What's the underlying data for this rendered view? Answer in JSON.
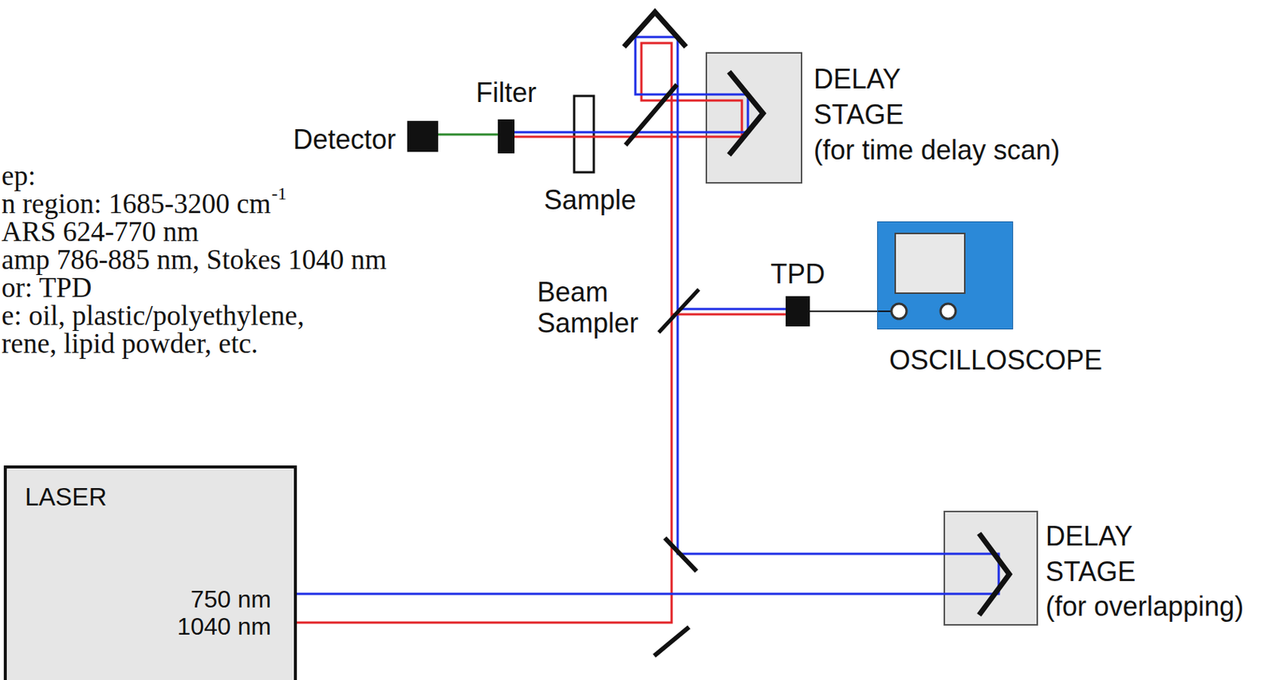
{
  "diagram": {
    "nodes": [
      {
        "text": [
          "TPD"
        ]
      },
      {
        "text": [
          "OSCILLOSCOPE"
        ]
      },
      {
        "text": [
          "LASER",
          "750 nm",
          "1040 nm"
        ]
      }
    ],
    "edges": [
      {
        "from": 0,
        "to": 1,
        "arrow": "none"
      }
    ],
    "labels": [
      "ep:",
      "n region: 1685-3200 cm",
      "-1",
      "ARS 624-770 nm",
      "amp 786-885 nm, Stokes 1040 nm",
      "or: TPD",
      "e: oil, plastic/polyethylene,",
      "rene, lipid powder, etc.",
      "Detector",
      "Filter",
      "Sample",
      "Beam Sampler",
      "DELAY STAGE",
      "(for time delay scan)",
      "DELAY STAGE",
      "(for overlapping)"
    ]
  }
}
